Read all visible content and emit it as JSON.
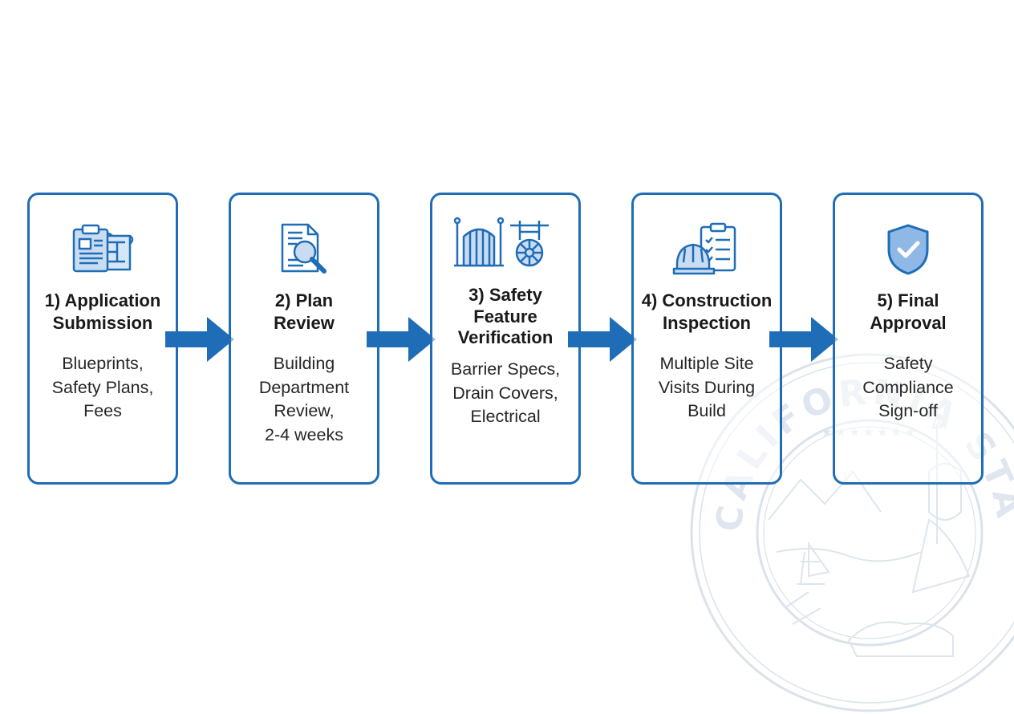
{
  "steps": [
    {
      "title": "1) Application Submission",
      "description": "Blueprints, Safety Plans, Fees",
      "icon": "clipboard-blueprint-icon"
    },
    {
      "title": "2) Plan Review",
      "description": "Building Department Review, 2-4 weeks",
      "icon": "document-magnifier-icon"
    },
    {
      "title": "3) Safety Feature Verification",
      "description": "Barrier Specs, Drain Covers, Electrical",
      "icon": "gate-drain-icon"
    },
    {
      "title": "4) Construction Inspection",
      "description": "Multiple Site Visits During Build",
      "icon": "hardhat-checklist-icon"
    },
    {
      "title": "5) Final Approval",
      "description": "Safety Compliance Sign-off",
      "icon": "shield-check-icon"
    }
  ],
  "watermark": {
    "text": "CALIFORNIA STATE DEPARTMENT"
  },
  "colors": {
    "accent": "#1f6db6",
    "icon_fill": "#c9dcf2",
    "text": "#1d1d1d",
    "seal": "#c4d2e2"
  }
}
